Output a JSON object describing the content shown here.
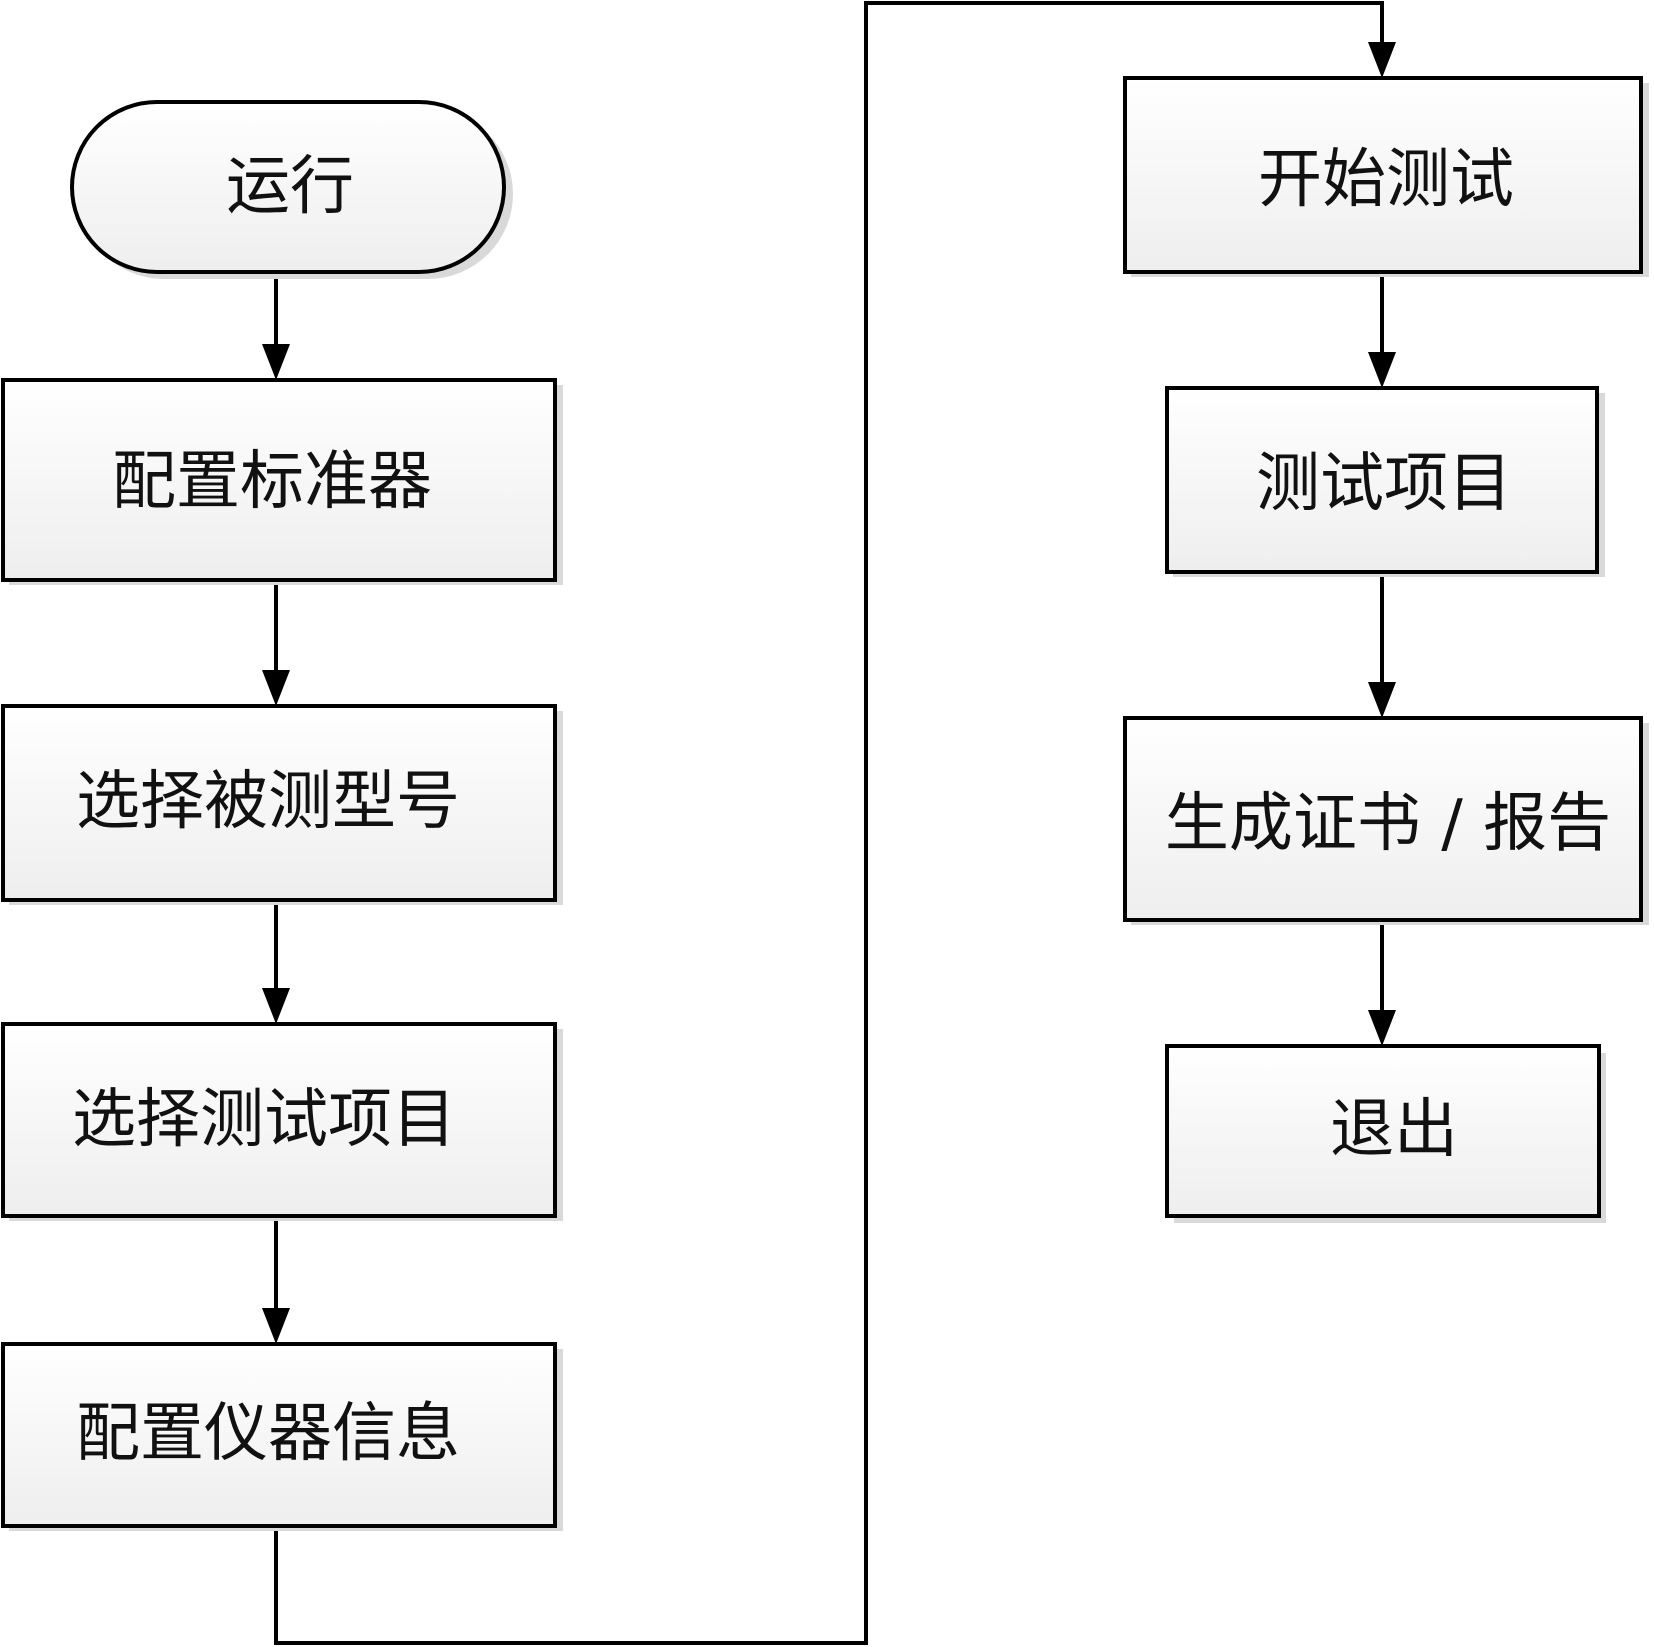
{
  "diagram": {
    "type": "flowchart",
    "nodes": [
      {
        "id": "run",
        "shape": "terminator",
        "label": "运行"
      },
      {
        "id": "config-standard",
        "shape": "process",
        "label": "配置标准器"
      },
      {
        "id": "select-model",
        "shape": "process",
        "label": "选择被测型号"
      },
      {
        "id": "select-items",
        "shape": "process",
        "label": "选择测试项目"
      },
      {
        "id": "config-instrument",
        "shape": "process",
        "label": "配置仪器信息"
      },
      {
        "id": "start-test",
        "shape": "process",
        "label": "开始测试"
      },
      {
        "id": "test-items",
        "shape": "process",
        "label": "测试项目"
      },
      {
        "id": "gen-report",
        "shape": "process",
        "label": "生成证书 / 报告"
      },
      {
        "id": "exit",
        "shape": "terminator",
        "label": "退出"
      }
    ],
    "edges": [
      {
        "from": "run",
        "to": "config-standard"
      },
      {
        "from": "config-standard",
        "to": "select-model"
      },
      {
        "from": "select-model",
        "to": "select-items"
      },
      {
        "from": "select-items",
        "to": "config-instrument"
      },
      {
        "from": "config-instrument",
        "to": "start-test"
      },
      {
        "from": "start-test",
        "to": "test-items"
      },
      {
        "from": "test-items",
        "to": "gen-report"
      },
      {
        "from": "gen-report",
        "to": "exit"
      }
    ]
  }
}
